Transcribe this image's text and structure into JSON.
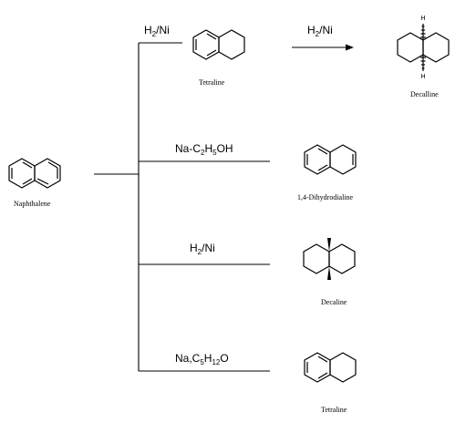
{
  "start": {
    "name": "Naphthalene"
  },
  "branches": [
    {
      "reagent": {
        "main": "H",
        "sub": "2",
        "rest": "/Ni"
      },
      "product": "Tetraline",
      "next_reagent": {
        "main": "H",
        "sub": "2",
        "rest": "/Ni"
      },
      "next_product": "Decalline",
      "atom_top": "H",
      "atom_bottom": "H"
    },
    {
      "reagent": {
        "a": "Na-C",
        "s1": "2",
        "b": "H",
        "s2": "5",
        "c": "OH"
      },
      "product": "1,4-Dihydrodialine"
    },
    {
      "reagent": {
        "main": "H",
        "sub": "2",
        "rest": "/Ni"
      },
      "product": "Decaline"
    },
    {
      "reagent": {
        "a": "Na,C",
        "s1": "5",
        "b": "H",
        "s2": "12",
        "c": "O"
      },
      "product": "Tetraline"
    }
  ]
}
